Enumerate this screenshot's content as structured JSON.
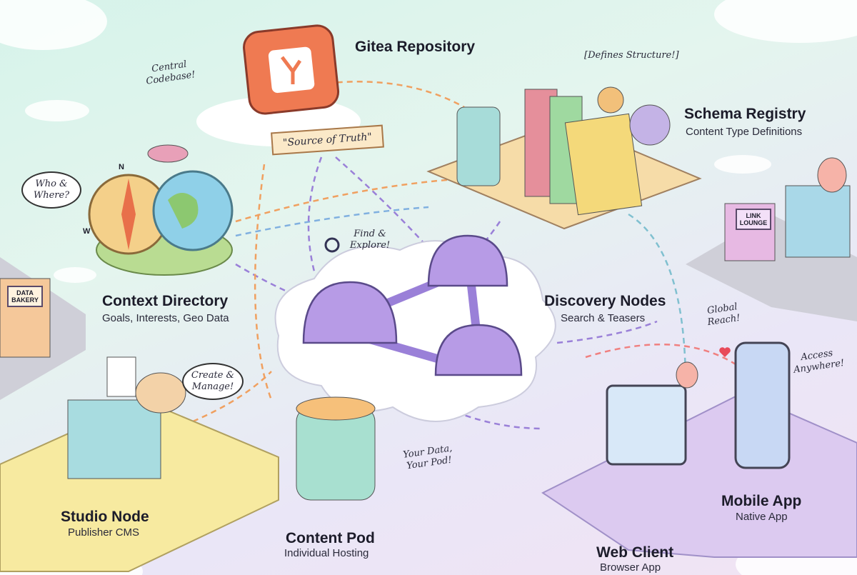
{
  "diagram": {
    "nodes": [
      {
        "id": "gitea",
        "title": "Gitea Repository",
        "note": "Central Codebase!",
        "banner": "\"Source of Truth\""
      },
      {
        "id": "schema",
        "title": "Schema Registry",
        "subtitle": "Content Type Definitions",
        "note": "[Defines Structure!]"
      },
      {
        "id": "context",
        "title": "Context Directory",
        "subtitle": "Goals, Interests, Geo Data",
        "note": "Who & Where?"
      },
      {
        "id": "discovery",
        "title": "Discovery Nodes",
        "subtitle": "Search & Teasers",
        "note": "Find & Explore!"
      },
      {
        "id": "studio",
        "title": "Studio Node",
        "subtitle": "Publisher CMS",
        "note": "Create & Manage!"
      },
      {
        "id": "pod",
        "title": "Content Pod",
        "subtitle": "Individual Hosting",
        "note": "Your Data, Your Pod!"
      },
      {
        "id": "web",
        "title": "Web Client",
        "subtitle": "Browser App",
        "note": "Global Reach!"
      },
      {
        "id": "mobile",
        "title": "Mobile App",
        "subtitle": "Native App",
        "note": "Access Anywhere!"
      }
    ],
    "signs": {
      "bakery": "DATA BAKERY",
      "lounge": "LINK LOUNGE"
    },
    "compass_letters": {
      "n": "N",
      "w": "W"
    },
    "colors": {
      "git_orange": "#ef7a52",
      "dome_purple": "#b79be6",
      "line_orange": "#f0a060",
      "line_purple": "#9a80d8",
      "line_blue": "#80b0e0"
    }
  }
}
